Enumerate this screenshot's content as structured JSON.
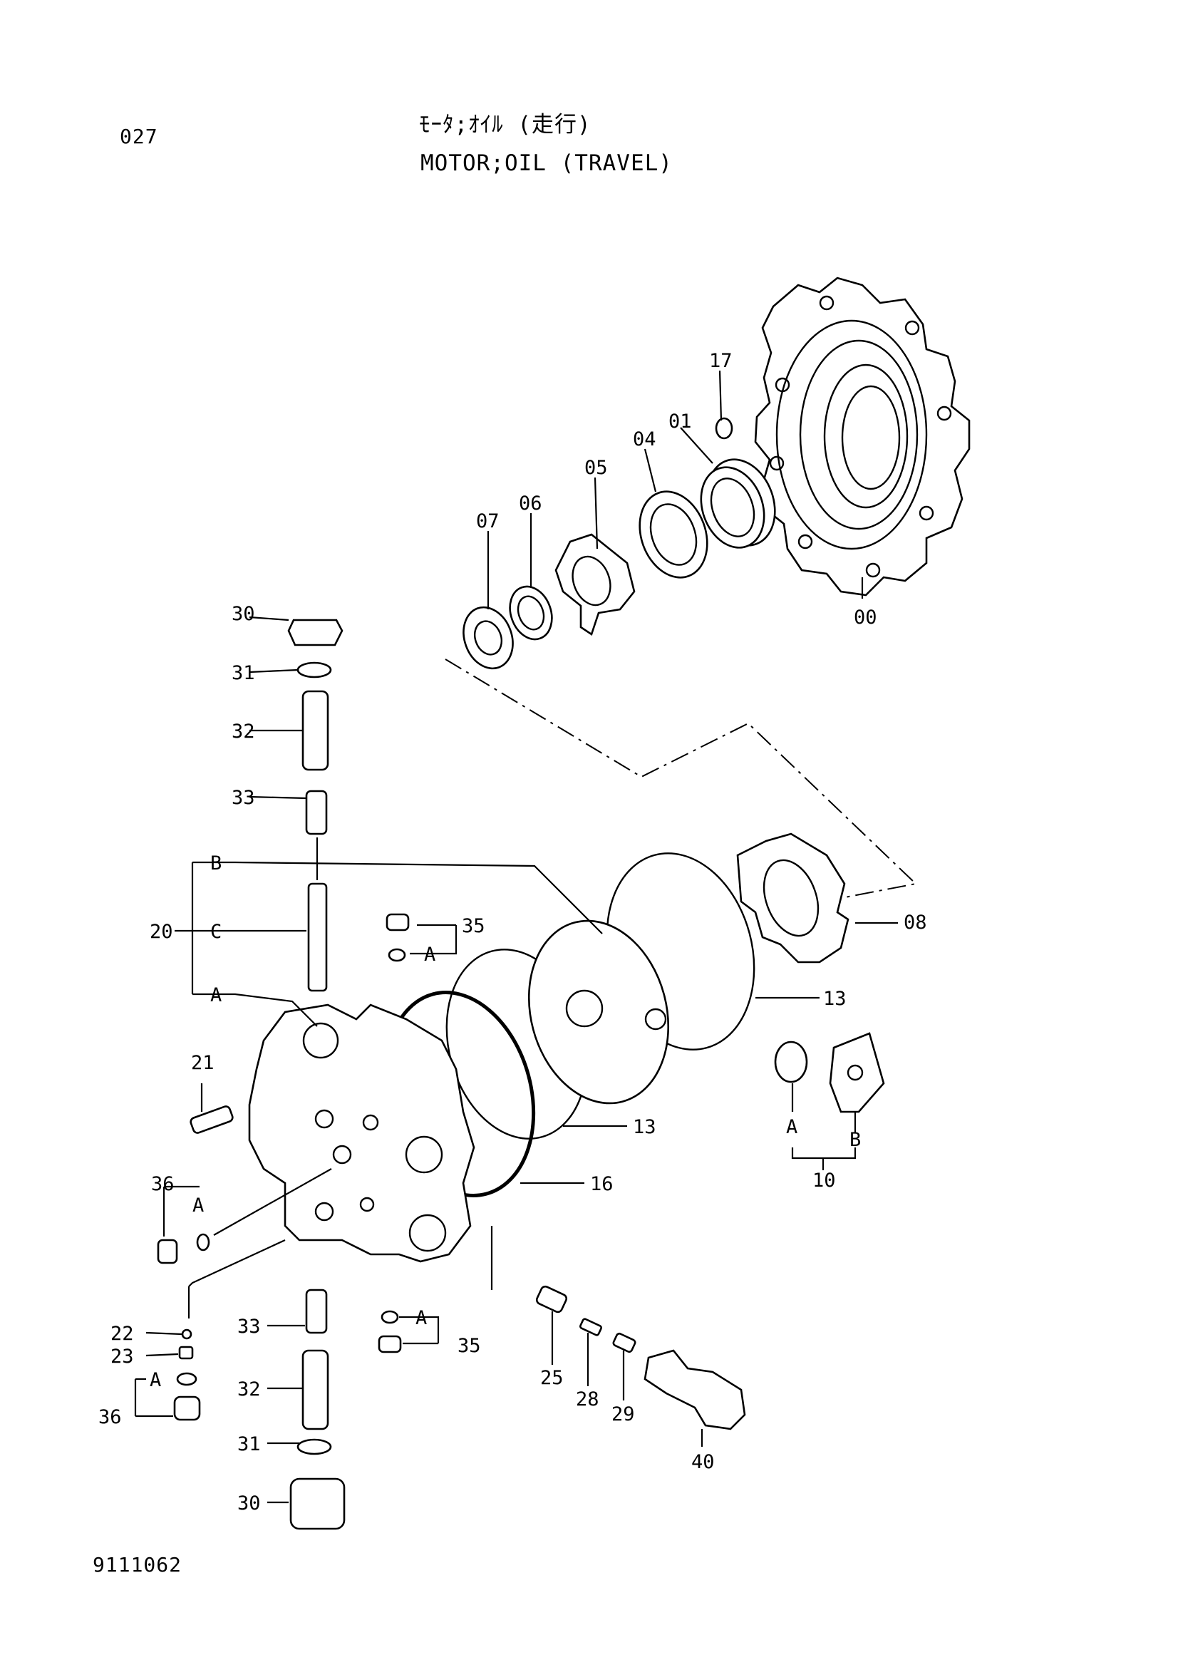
{
  "header": {
    "page_code": "027",
    "title_jp": "ﾓｰﾀ;ｵｲﾙ (走行)",
    "title_en": "MOTOR;OIL (TRAVEL)"
  },
  "footer": {
    "drawing_number": "9111062"
  },
  "callouts": {
    "p00": "00",
    "p01": "01",
    "p04": "04",
    "p05": "05",
    "p06": "06",
    "p07": "07",
    "p08": "08",
    "p10": "10",
    "p13a": "13",
    "p13b": "13",
    "p16": "16",
    "p17": "17",
    "p20": "20",
    "p20B": "B",
    "p20C": "C",
    "p20A": "A",
    "p21": "21",
    "p22": "22",
    "p23": "23",
    "p25": "25",
    "p28": "28",
    "p29": "29",
    "p30a": "30",
    "p30b": "30",
    "p31a": "31",
    "p31b": "31",
    "p32a": "32",
    "p32b": "32",
    "p33a": "33",
    "p33b": "33",
    "p35a": "35",
    "p35b": "35",
    "p35aA": "A",
    "p35bA": "A",
    "p36a": "36",
    "p36b": "36",
    "p36aA": "A",
    "p36bA": "A",
    "p10A": "A",
    "p10B": "B",
    "p40": "40"
  }
}
